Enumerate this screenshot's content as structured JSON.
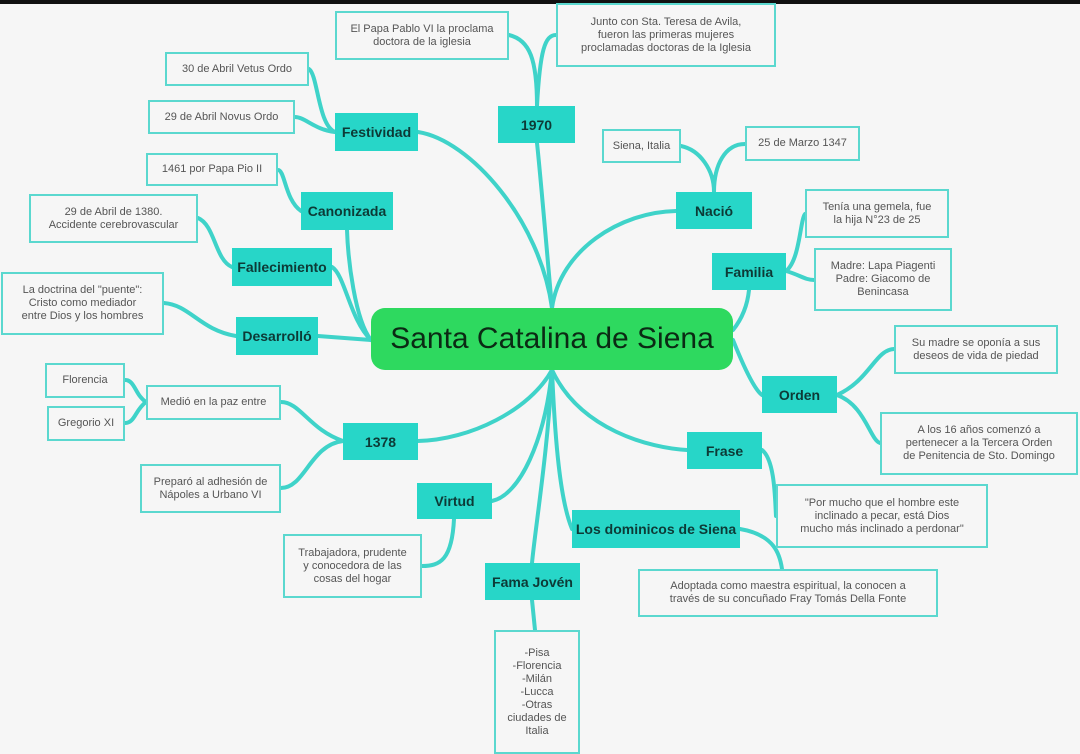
{
  "center": "Santa Catalina de Siena",
  "branches": {
    "festividad": {
      "label": "Festividad",
      "items": [
        "30 de Abril Vetus Ordo",
        "29 de Abril Novus Ordo"
      ]
    },
    "y1970": {
      "label": "1970",
      "items": [
        "El Papa Pablo VI la proclama\ndoctora de la iglesia",
        "Junto con Sta. Teresa de Avila,\nfueron las primeras mujeres\nproclamadas doctoras de la Iglesia"
      ]
    },
    "canonizada": {
      "label": "Canonizada",
      "items": [
        "1461 por Papa Pio II"
      ]
    },
    "fallecimiento": {
      "label": "Fallecimiento",
      "items": [
        "29 de Abril de 1380.\nAccidente cerebrovascular"
      ]
    },
    "desarrollo": {
      "label": "Desarrolló",
      "items": [
        "La doctrina del \"puente\":\nCristo como mediador\nentre Dios y los hombres"
      ]
    },
    "y1378": {
      "label": "1378",
      "items": [
        "Medió en la paz entre",
        "Preparó al adhesión de\nNápoles a Urbano VI"
      ],
      "sub": [
        "Florencia",
        "Gregorio XI"
      ]
    },
    "virtud": {
      "label": "Virtud",
      "items": [
        "Trabajadora, prudente\ny conocedora de las\ncosas del hogar"
      ]
    },
    "fama": {
      "label": "Fama Jovén",
      "items": [
        "-Pisa\n-Florencia\n-Milán\n-Lucca\n-Otras\nciudades de\nItalia"
      ]
    },
    "dominicos": {
      "label": "Los dominicos de Siena",
      "items": [
        "Adoptada como maestra espiritual, la conocen a\ntravés de su concuñado Fray Tomás Della Fonte"
      ]
    },
    "frase": {
      "label": "Frase",
      "items": [
        "\"Por mucho que el hombre este\ninclinado a pecar, está Dios\nmucho más inclinado a perdonar\""
      ]
    },
    "orden": {
      "label": "Orden",
      "items": [
        "Su madre se oponía a sus\ndeseos de vida de piedad",
        "A los 16 años comenzó a\npertenecer a la Tercera Orden\nde Penitencia de Sto. Domingo"
      ]
    },
    "familia": {
      "label": "Familia",
      "items": [
        "Tenía una gemela, fue\nla hija N°23 de 25",
        "Madre: Lapa Piagenti\nPadre: Giacomo de\nBenincasa"
      ]
    },
    "nacio": {
      "label": "Nació",
      "items": [
        "Siena, Italia",
        "25 de Marzo 1347"
      ]
    }
  },
  "colors": {
    "main": "#27d6c8",
    "center": "#2ed95f",
    "line": "#3fd3c9",
    "background": "#f6f6f6"
  }
}
